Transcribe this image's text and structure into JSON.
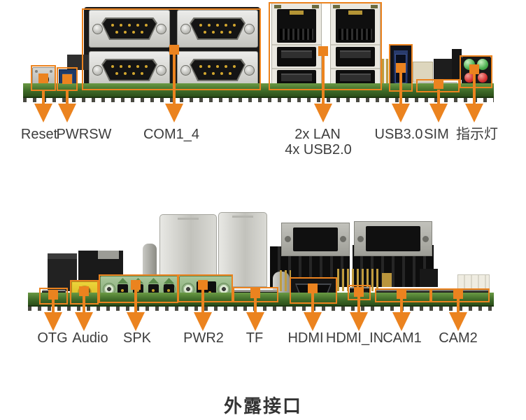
{
  "title": "外露接口",
  "colors": {
    "accent_orange": "#EB831F",
    "pcb_green": "#3f6b28",
    "led_green": "#4caf50",
    "led_red": "#d32f2f",
    "usb3_blue": "#2a3c6e",
    "label_text": "#3d3d3d"
  },
  "top_board": {
    "labels": {
      "reset": "Reset",
      "pwrsw": "PWRSW",
      "com": "COM1_4",
      "lan_line1": "2x LAN",
      "lan_line2": "4x USB2.0",
      "usb3": "USB3.0",
      "sim": "SIM",
      "led": "指示灯"
    }
  },
  "bottom_board": {
    "labels": {
      "otg": "OTG",
      "audio": "Audio",
      "spk": "SPK",
      "pwr2": "PWR2",
      "tf": "TF",
      "hdmi": "HDMI",
      "hdmi_in": "HDMI_IN",
      "cam1": "CAM1",
      "cam2": "CAM2"
    }
  }
}
